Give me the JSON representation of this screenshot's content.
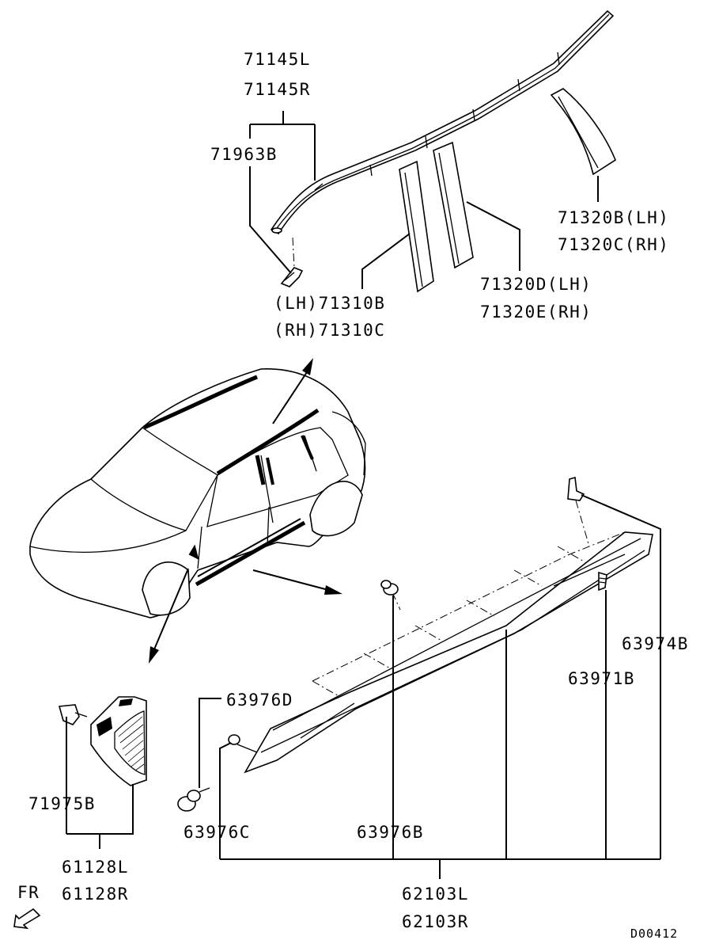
{
  "labels": {
    "p71145L": "71145L",
    "p71145R": "71145R",
    "p71963B": "71963B",
    "p71310B": "(LH)71310B",
    "p71310C": "(RH)71310C",
    "p71320B": "71320B(LH)",
    "p71320C": "71320C(RH)",
    "p71320D": "71320D(LH)",
    "p71320E": "71320E(RH)",
    "p63974B": "63974B",
    "p63971B": "63971B",
    "p63976D": "63976D",
    "p63976C": "63976C",
    "p63976B": "63976B",
    "p62103L": "62103L",
    "p62103R": "62103R",
    "p71975B": "71975B",
    "p61128L": "61128L",
    "p61128R": "61128R",
    "fr": "FR",
    "code": "D00412"
  },
  "icons": {
    "front_direction": "arrow-down-left-icon"
  }
}
